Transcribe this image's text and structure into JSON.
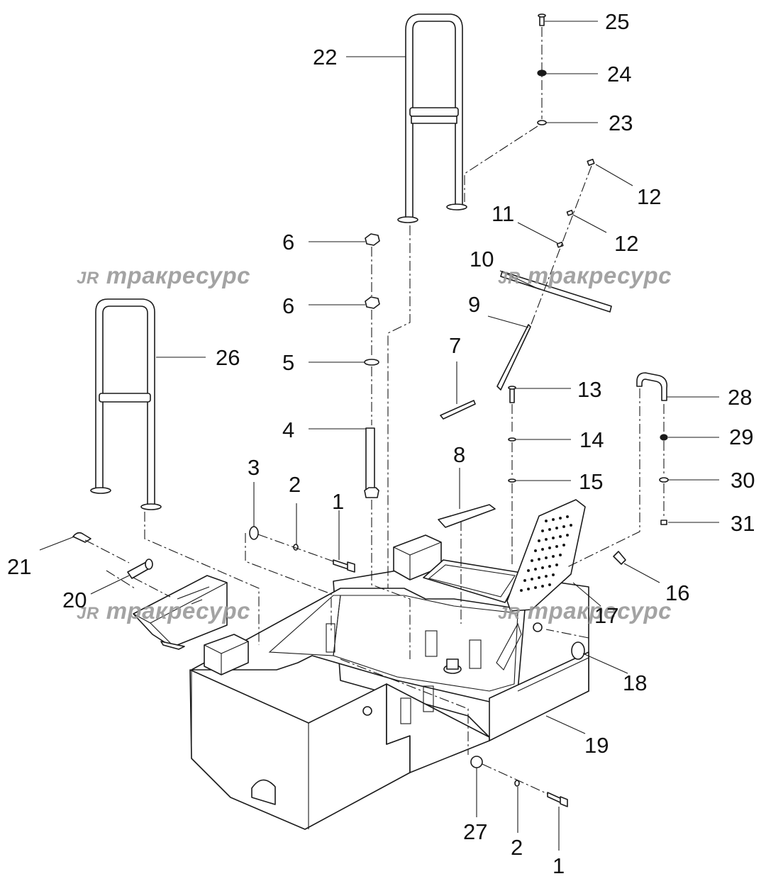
{
  "watermark": {
    "logo": "JR",
    "text": "тракресурс"
  },
  "callouts": [
    {
      "id": "c25",
      "label": "25"
    },
    {
      "id": "c22",
      "label": "22"
    },
    {
      "id": "c24",
      "label": "24"
    },
    {
      "id": "c23",
      "label": "23"
    },
    {
      "id": "c12a",
      "label": "12"
    },
    {
      "id": "c11",
      "label": "11"
    },
    {
      "id": "c12b",
      "label": "12"
    },
    {
      "id": "c6a",
      "label": "6"
    },
    {
      "id": "c10",
      "label": "10"
    },
    {
      "id": "c6b",
      "label": "6"
    },
    {
      "id": "c9",
      "label": "9"
    },
    {
      "id": "c26",
      "label": "26"
    },
    {
      "id": "c5",
      "label": "5"
    },
    {
      "id": "c7",
      "label": "7"
    },
    {
      "id": "c13",
      "label": "13"
    },
    {
      "id": "c28",
      "label": "28"
    },
    {
      "id": "c4",
      "label": "4"
    },
    {
      "id": "c14",
      "label": "14"
    },
    {
      "id": "c29",
      "label": "29"
    },
    {
      "id": "c3",
      "label": "3"
    },
    {
      "id": "c8",
      "label": "8"
    },
    {
      "id": "c2a",
      "label": "2"
    },
    {
      "id": "c15",
      "label": "15"
    },
    {
      "id": "c30",
      "label": "30"
    },
    {
      "id": "c1a",
      "label": "1"
    },
    {
      "id": "c31",
      "label": "31"
    },
    {
      "id": "c21",
      "label": "21"
    },
    {
      "id": "c16",
      "label": "16"
    },
    {
      "id": "c20",
      "label": "20"
    },
    {
      "id": "c17",
      "label": "17"
    },
    {
      "id": "c18",
      "label": "18"
    },
    {
      "id": "c19",
      "label": "19"
    },
    {
      "id": "c27",
      "label": "27"
    },
    {
      "id": "c2b",
      "label": "2"
    },
    {
      "id": "c1b",
      "label": "1"
    }
  ]
}
